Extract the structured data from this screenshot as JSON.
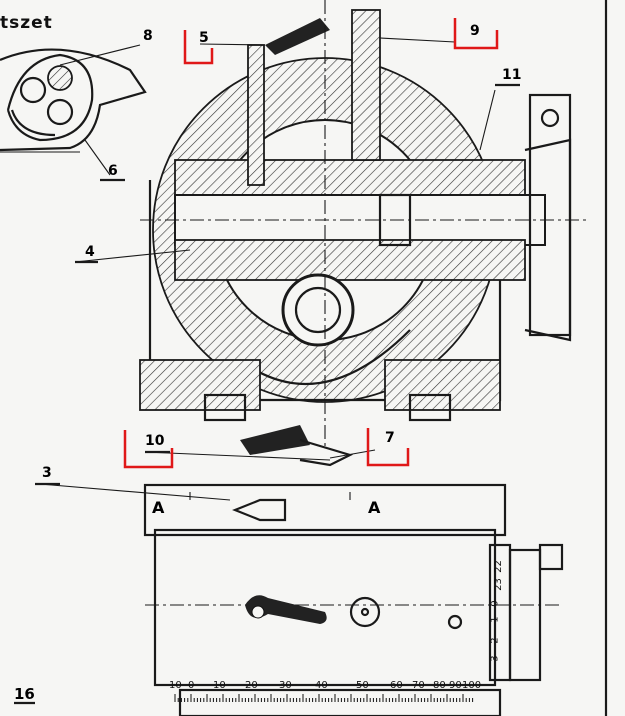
{
  "drawing": {
    "header_fragment": "tszet",
    "page_number": "16",
    "part_labels": {
      "p8": "8",
      "p6": "6",
      "p5": "5",
      "p9": "9",
      "p11": "11",
      "p4": "4",
      "p10": "10",
      "p7": "7",
      "p3": "3"
    },
    "section_marks": {
      "left": "A",
      "right": "A"
    },
    "linear_scale": [
      "10",
      "0",
      "10",
      "20",
      "30",
      "40",
      "50",
      "60",
      "70",
      "80",
      "90",
      "100"
    ],
    "rotary_scale": [
      "22",
      "23",
      "0",
      "1",
      "2",
      "3"
    ],
    "highlight_color": "#e01818"
  }
}
